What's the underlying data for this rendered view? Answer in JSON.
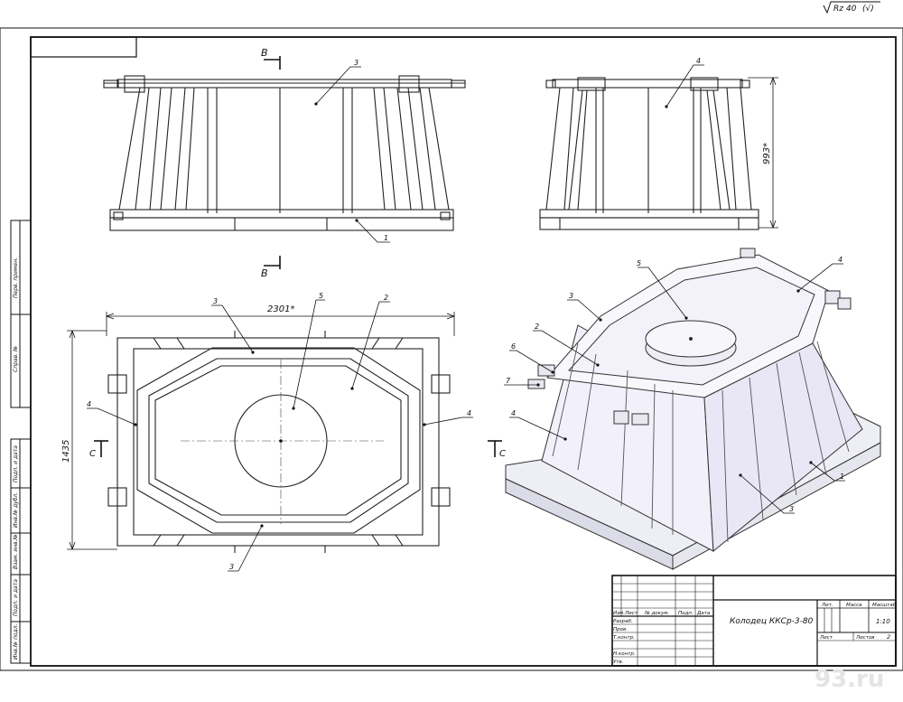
{
  "roughness": "Rz 40",
  "roughness_bracket": "(√)",
  "title_block": {
    "name": "Колодец ККСр-3-80",
    "lit_label": "Лит.",
    "mass_label": "Масса",
    "scale_label": "Масштаб",
    "scale_value": "1:10",
    "sheet_label": "Лист",
    "sheets_label": "Листов",
    "sheets_value": "2",
    "col_izm": "Изм.",
    "col_list": "Лист",
    "col_doc": "№ докум.",
    "col_sign": "Подп.",
    "col_date": "Дата",
    "row_razrab": "Разраб.",
    "row_prov": "Пров.",
    "row_tkontr": "Т.контр.",
    "row_nkontr": "Н.контр.",
    "row_utv": "Утв."
  },
  "side_stamps": [
    "Перв. примен.",
    "Справ. №",
    "Подп. и дата",
    "Инв.№ дубл.",
    "Взам. инв.№",
    "Подп. и дата",
    "Инв.№ подл."
  ],
  "views": {
    "section_b": "В",
    "section_c": "С",
    "dim_height": "993*",
    "dim_length": "2301*",
    "dim_width": "1435"
  },
  "callouts": {
    "front_3": "3",
    "front_1": "1",
    "side_4": "4",
    "plan_3_top": "3",
    "plan_5": "5",
    "plan_2": "2",
    "plan_4_left": "4",
    "plan_4_right": "4",
    "plan_3_bottom": "3",
    "iso_5": "5",
    "iso_4": "4",
    "iso_3_top": "3",
    "iso_2": "2",
    "iso_6": "6",
    "iso_7": "7",
    "iso_4_left": "4",
    "iso_1": "1",
    "iso_3_bottom": "3"
  },
  "watermark": "93.ru"
}
